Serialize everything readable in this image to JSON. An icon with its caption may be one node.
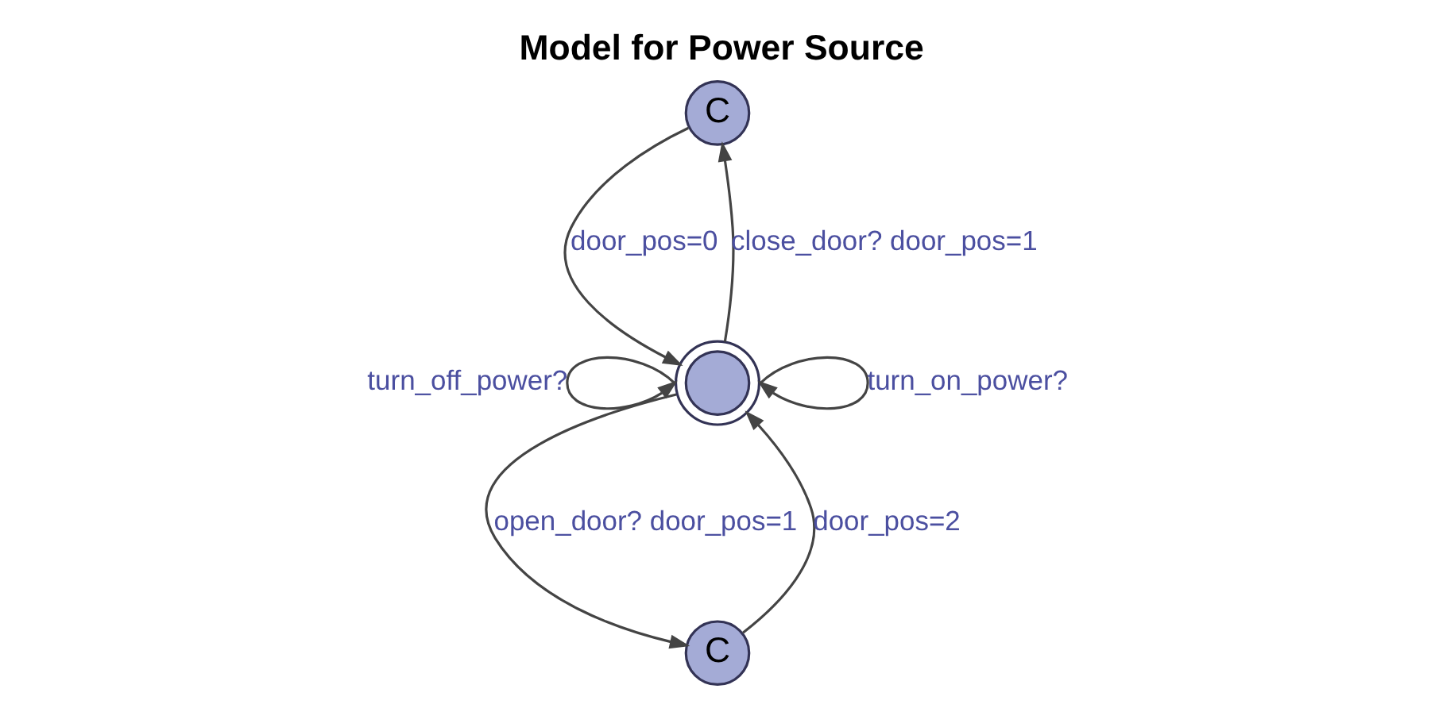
{
  "diagram": {
    "title": "Model for Power Source",
    "nodes": [
      {
        "text": [
          "C"
        ]
      },
      {
        "text": [],
        "shape": "circle"
      },
      {
        "text": [
          "C"
        ]
      }
    ],
    "edges": [
      {
        "from": 0,
        "to": 1,
        "arrow": "to",
        "label": "door_pos=0"
      },
      {
        "from": 1,
        "to": 0,
        "arrow": "to",
        "label": "close_door? door_pos=1"
      },
      {
        "from": 1,
        "to": 1,
        "arrow": "to",
        "label": "turn_off_power?"
      },
      {
        "from": 1,
        "to": 1,
        "arrow": "to",
        "label": "turn_on_power?"
      },
      {
        "from": 1,
        "to": 2,
        "arrow": "to",
        "label": "open_door? door_pos=1"
      },
      {
        "from": 2,
        "to": 1,
        "arrow": "to",
        "label": "door_pos=2"
      }
    ]
  }
}
